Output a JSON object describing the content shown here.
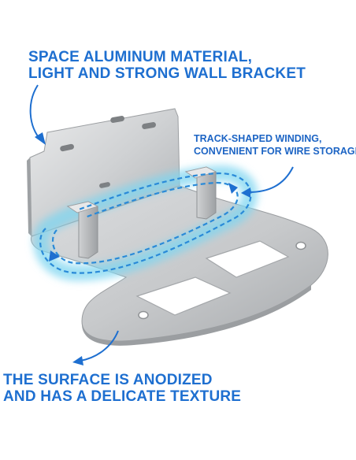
{
  "captions": {
    "top": {
      "line1": "SPACE ALUMINUM MATERIAL,",
      "line2": "LIGHT AND STRONG WALL BRACKET"
    },
    "middle": {
      "line1": "TRACK-SHAPED WINDING,",
      "line2": "CONVENIENT FOR WIRE STORAGE"
    },
    "bottom": {
      "line1": "THE SURFACE IS ANODIZED",
      "line2": "AND HAS A DELICATE TEXTURE"
    }
  },
  "colors": {
    "caption_text": "#1e6fd0",
    "glow_ring": "#7fd6f0",
    "dashed_track": "#2a8ad8",
    "arrow": "#1e6fd0",
    "aluminum": "#c9cbcd"
  },
  "product": {
    "name": "wall-bracket",
    "material": "aluminum"
  }
}
